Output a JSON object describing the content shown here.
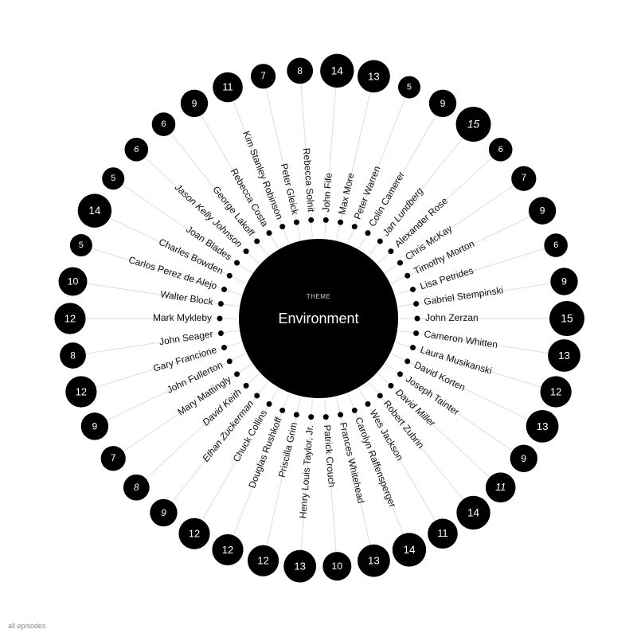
{
  "center": {
    "caption": "THEME",
    "title": "Environment"
  },
  "footer": {
    "label": "all episodes"
  },
  "colors": {
    "ink": "#000000",
    "spoke": "#dddddd",
    "text": "#111111",
    "count_text": "#ffffff",
    "background": "#ffffff"
  },
  "chart_data": {
    "type": "radial-bubble",
    "title": "Environment",
    "categories": [
      "John Zerzan",
      "Cameron Whitten",
      "Laura Musikanski",
      "David Korten",
      "Joseph Tainter",
      "David Miller",
      "Robert Zubrin",
      "Wes Jackson",
      "Carolyn Raffensperger",
      "Frances Whitehead",
      "Patrick Crouch",
      "Henry Louis Taylor, Jr.",
      "Priscilla Grim",
      "Douglas Rushkoff",
      "Chuck Collins",
      "Ethan Zuckerman",
      "David Keith",
      "Mary Mattingly",
      "John Fullerton",
      "Gary Francione",
      "John Seager",
      "Mark Mykleby",
      "Walter Block",
      "Carlos Perez de Alejo",
      "Charles Bowden",
      "Joan Blades",
      "Jason Kelly Johnson",
      "George Lakoff",
      "Rebecca Costa",
      "Kim Stanley Robinson",
      "Peter Gleick",
      "Rebecca Solnit",
      "John Fife",
      "Max More",
      "Peter Warren",
      "Colin Camerer",
      "Jan Lundberg",
      "Alexander Rose",
      "Chris McKay",
      "Timothy Morton",
      "Lisa Petrides",
      "Gabriel Stempinski"
    ],
    "values": [
      15,
      13,
      12,
      13,
      9,
      11,
      14,
      11,
      14,
      13,
      10,
      13,
      12,
      12,
      12,
      9,
      8,
      7,
      9,
      12,
      8,
      12,
      10,
      5,
      14,
      5,
      6,
      6,
      9,
      11,
      7,
      8,
      14,
      13,
      5,
      9,
      15,
      6,
      7,
      9,
      6,
      9
    ],
    "highlighted": [
      false,
      false,
      false,
      false,
      false,
      true,
      false,
      false,
      false,
      false,
      false,
      false,
      false,
      false,
      false,
      true,
      true,
      false,
      false,
      false,
      false,
      false,
      false,
      false,
      false,
      false,
      true,
      false,
      false,
      false,
      false,
      false,
      false,
      false,
      false,
      false,
      true,
      false,
      false,
      false,
      false,
      false
    ]
  }
}
